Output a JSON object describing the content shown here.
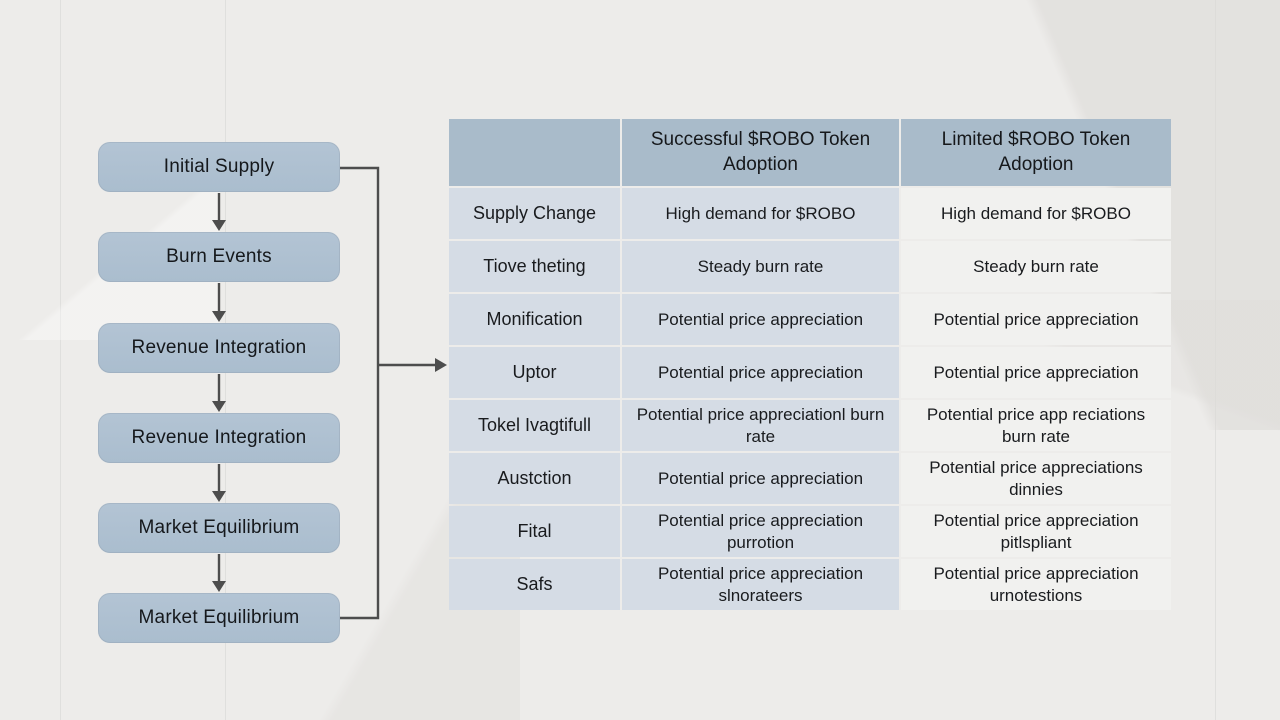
{
  "flowchart": {
    "boxes": [
      {
        "label": "Initial Supply"
      },
      {
        "label": "Burn Events"
      },
      {
        "label": "Revenue Integration"
      },
      {
        "label": "Revenue Integration"
      },
      {
        "label": "Market Equilibrium"
      },
      {
        "label": "Market Equilibrium"
      }
    ]
  },
  "table": {
    "header": {
      "corner": "",
      "successful": "Successful $ROBO Token Adoption",
      "limited": "Limited $ROBO Token Adoption"
    },
    "rows": [
      {
        "label": "Supply Change",
        "successful": "High demand for $ROBO",
        "limited": "High demand for $ROBO"
      },
      {
        "label": "Tiove theting",
        "successful": "Steady burn rate",
        "limited": "Steady burn rate"
      },
      {
        "label": "Monification",
        "successful": "Potential price appreciation",
        "limited": "Potential price appreciation"
      },
      {
        "label": "Uptor",
        "successful": "Potential price appreciation",
        "limited": "Potential price appreciation"
      },
      {
        "label": "Tokel Ivagtifull",
        "successful": "Potential price appreciationl burn rate",
        "limited": "Potential price app reciations burn rate"
      },
      {
        "label": "Austction",
        "successful": "Potential price appreciation",
        "limited": "Potential price appreciations dinnies"
      },
      {
        "label": "Fital",
        "successful": "Potential price appreciation purrotion",
        "limited": "Potential price appreciation pitlspliant"
      },
      {
        "label": "Safs",
        "successful": "Potential price appreciation slnorateers",
        "limited": "Potential price appreciation urnotestions"
      }
    ]
  },
  "colors": {
    "background": "#edecea",
    "flow_box": "#aabdce",
    "table_header": "#a9bbca",
    "table_cell": "#d5dce5",
    "table_cell_limited": "#f1f1ef",
    "connector_line": "#4d4d4d",
    "text": "#16181b"
  }
}
